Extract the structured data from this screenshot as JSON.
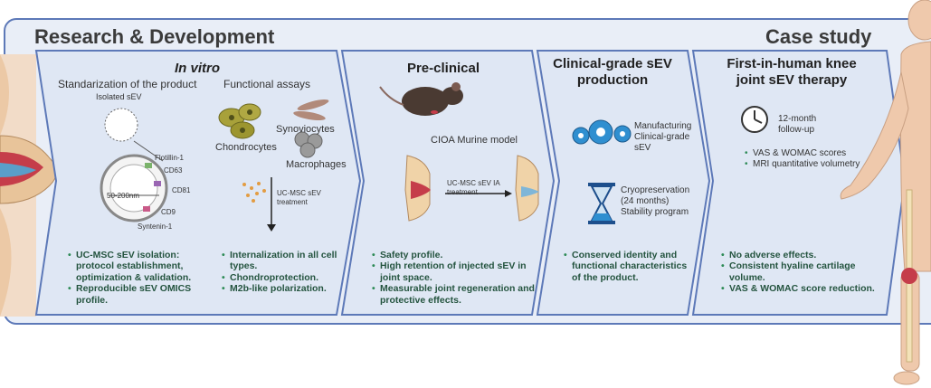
{
  "headers": {
    "rd": "Research & Development",
    "case": "Case study"
  },
  "invitro": {
    "title": "In vitro",
    "standardization": "Standarization of the product",
    "isolated": "Isolated sEV",
    "markers": [
      "Flotillin-1",
      "CD63",
      "CD81",
      "CD9",
      "Syntenin-1"
    ],
    "size": "50-200nm",
    "functional": "Functional assays",
    "cells": [
      "Synoviocytes",
      "Chondrocytes",
      "Macrophages"
    ],
    "treatment": "UC-MSC sEV treatment",
    "bullets_left": [
      "UC-MSC sEV isolation: protocol establishment, optimization & validation.",
      "Reproducible sEV OMICS profile."
    ],
    "bullets_right": [
      "Internalization in all cell types.",
      "Chondroprotection.",
      "M2b-like polarization."
    ]
  },
  "preclinical": {
    "title": "Pre-clinical",
    "model": "CIOA Murine model",
    "treatment": "UC-MSC sEV IA treatment",
    "bullets": [
      "Safety profile.",
      "High retention of injected sEV in joint space.",
      "Measurable joint regeneration and protective effects."
    ]
  },
  "production": {
    "title": "Clinical-grade sEV production",
    "manufacturing": "Manufacturing Clinical-grade sEV",
    "cryo": "Cryopreservation (24 months) Stability program",
    "bullets": [
      "Conserved identity and functional characteristics of the product."
    ]
  },
  "fih": {
    "title": "First-in-human knee joint sEV therapy",
    "followup": "12-month follow-up",
    "scores": [
      "VAS & WOMAC scores",
      "MRI quantitative volumetry"
    ],
    "bullets": [
      "No adverse effects.",
      "Consistent hyaline cartilage volume.",
      "VAS & WOMAC score reduction."
    ]
  },
  "colors": {
    "border": "#5d79b8",
    "panel": "#dfe7f4",
    "bullet_text": "#24543f",
    "gear": "#2f8fd0",
    "hourglass": "#1d4f8c"
  }
}
